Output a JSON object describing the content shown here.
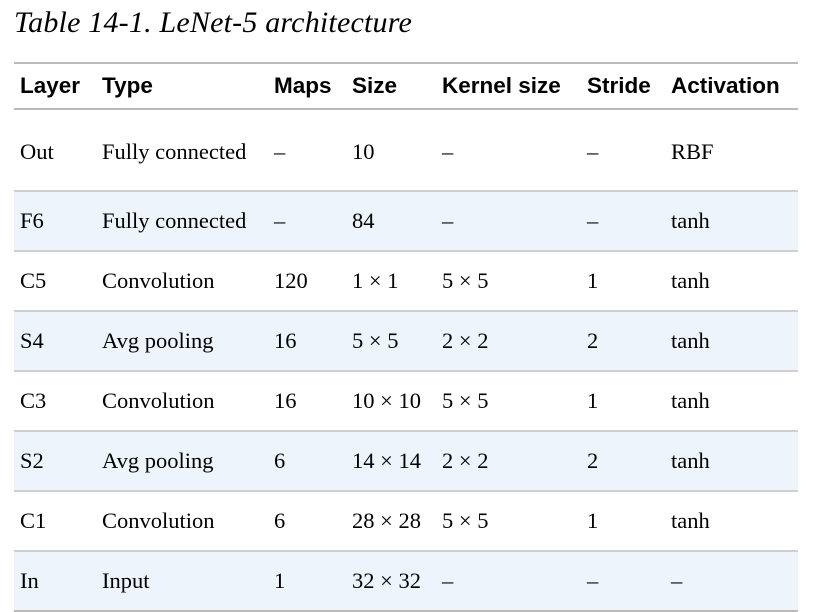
{
  "caption": "Table 14-1. LeNet-5 architecture",
  "headers": [
    "Layer",
    "Type",
    "Maps",
    "Size",
    "Kernel size",
    "Stride",
    "Activation"
  ],
  "rows": [
    [
      "Out",
      "Fully connected",
      "–",
      "10",
      "–",
      "–",
      "RBF"
    ],
    [
      "F6",
      "Fully connected",
      "–",
      "84",
      "–",
      "–",
      "tanh"
    ],
    [
      "C5",
      "Convolution",
      "120",
      "1 × 1",
      "5 × 5",
      "1",
      "tanh"
    ],
    [
      "S4",
      "Avg pooling",
      "16",
      "5 × 5",
      "2 × 2",
      "2",
      "tanh"
    ],
    [
      "C3",
      "Convolution",
      "16",
      "10 × 10",
      "5 × 5",
      "1",
      "tanh"
    ],
    [
      "S2",
      "Avg pooling",
      "6",
      "14 × 14",
      "2 × 2",
      "2",
      "tanh"
    ],
    [
      "C1",
      "Convolution",
      "6",
      "28 × 28",
      "5 × 5",
      "1",
      "tanh"
    ],
    [
      "In",
      "Input",
      "1",
      "32 × 32",
      "–",
      "–",
      "–"
    ]
  ]
}
